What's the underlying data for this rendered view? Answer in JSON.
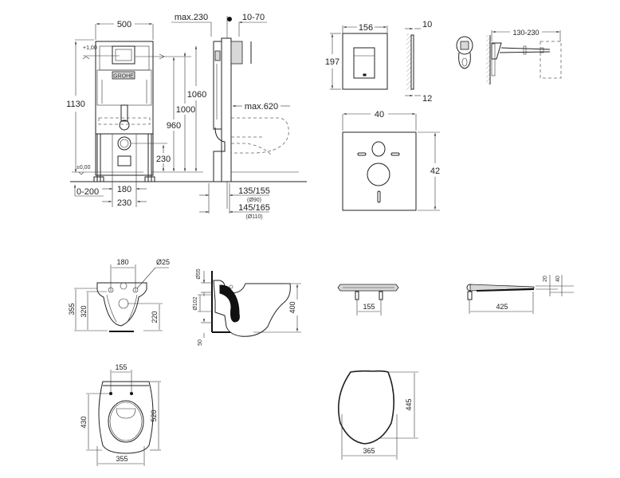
{
  "drawing": {
    "brand_logo": "GROHE",
    "frame_front": {
      "width": "500",
      "height_total": "1130",
      "level_top": "+1,00",
      "level_floor": "±0,00",
      "floor_offset": "0-200",
      "inner_180": "180",
      "inner_230": "230",
      "h_230": "230",
      "h_960": "960",
      "h_1000": "1000",
      "h_1060": "1060"
    },
    "frame_side": {
      "max_230": "max.230",
      "depth_10_70": "10-70",
      "max_620": "max.620",
      "d1": "135/155",
      "d1_sub": "(Ø90)",
      "d2": "145/165",
      "d2_sub": "(Ø110)"
    },
    "flush_plate": {
      "width": "156",
      "height": "197",
      "thick_top": "10",
      "thick_bottom": "12"
    },
    "wall_bracket": {
      "range": "130-230"
    },
    "sound_pad": {
      "width": "40",
      "height": "42"
    },
    "bowl_front": {
      "holes_spacing": "180",
      "hole_diameter": "Ø25",
      "h_355": "355",
      "h_320": "320",
      "h_220": "220"
    },
    "bowl_side": {
      "d_55": "Ø55",
      "d_102": "Ø102",
      "h_50": "50",
      "h_400": "400"
    },
    "seat_front": {
      "spacing": "155"
    },
    "seat_side": {
      "length": "425",
      "h_20": "20",
      "h_40": "40"
    },
    "bowl_top": {
      "spacing": "155",
      "width": "355",
      "h_430": "430",
      "h_520": "520"
    },
    "seat_top": {
      "width": "365",
      "height": "445"
    }
  }
}
